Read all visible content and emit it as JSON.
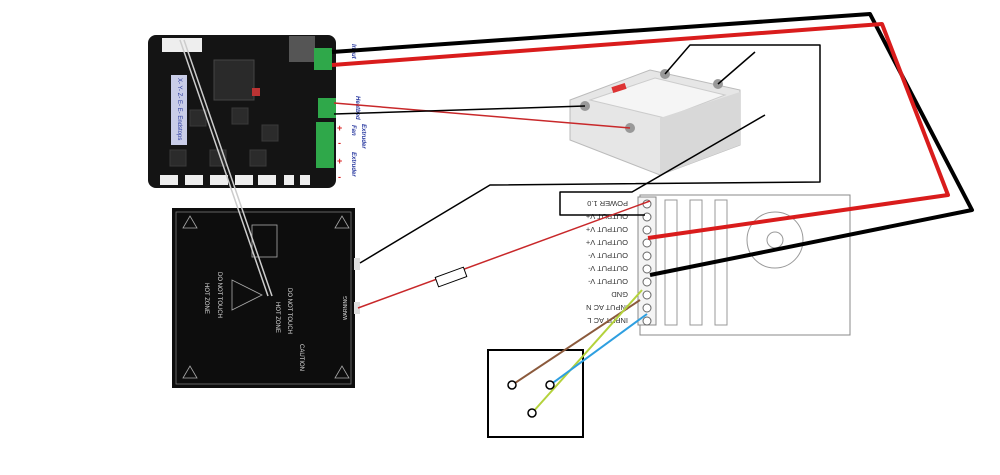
{
  "controller_board": {
    "labels": {
      "input": "Input",
      "heatbed": "Heatbed",
      "fan": "Fan",
      "extruder_1": "Extruder",
      "extruder_2": "Extruder"
    },
    "sticker": "X- Y- Z- E- E- Endstops"
  },
  "heated_bed": {
    "hot_zone_1": "HOT ZONE",
    "do_not_touch_1": "DO NOT TOUCH",
    "hot_zone_2": "HOT ZONE",
    "do_not_touch_2": "DO NOT TOUCH",
    "caution": "CAUTION",
    "warning": "WARNING"
  },
  "power_supply": {
    "terminals": [
      "POWER 1.0",
      "OUTPUT V+",
      "OUTPUT V+",
      "OUTPUT V+",
      "OUTPUT V-",
      "OUTPUT V-",
      "OUTPUT V-",
      "GND",
      "INPUT AC N",
      "INPUT AC L"
    ]
  },
  "colors": {
    "dc_positive": "#d91c1c",
    "dc_negative": "#000000",
    "signal_red": "#c8282a",
    "ac_live": "#8b5a3c",
    "ac_neutral": "#2e9fe0",
    "ground": "#b4d23c",
    "board": "#141414",
    "terminal_green": "#2fa84a"
  }
}
